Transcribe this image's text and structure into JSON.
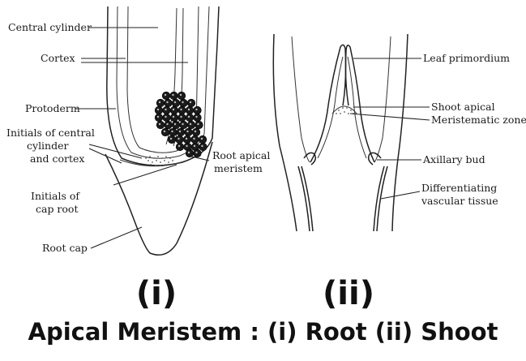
{
  "diagram": {
    "root": {
      "panel_label": "(i)",
      "labels": {
        "central_cylinder": "Central cylinder",
        "cortex": "Cortex",
        "protoderm": "Protoderm",
        "initials_line1": "Initials of central",
        "initials_line2": "cylinder",
        "initials_line3": "and cortex",
        "cap_initials_line1": "Initials of",
        "cap_initials_line2": "cap root",
        "root_cap": "Root cap",
        "apical_line1": "Root apical",
        "apical_line2": "meristem"
      }
    },
    "shoot": {
      "panel_label": "(ii)",
      "labels": {
        "leaf_primordium": "Leaf primordium",
        "shoot_apical": "Shoot apical",
        "meristematic_zone": "Meristematic zone",
        "axillary_bud": "Axillary bud",
        "diff_line1": "Differentiating",
        "diff_line2": "vascular tissue"
      }
    },
    "caption": "Apical Meristem : (i) Root (ii) Shoot"
  }
}
